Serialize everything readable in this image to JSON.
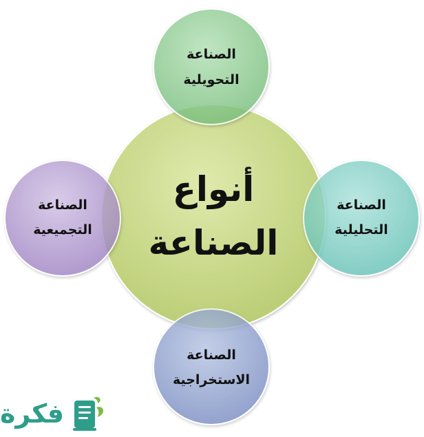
{
  "diagram": {
    "center": {
      "line1": "أنواع",
      "line2": "الصناعة",
      "color": "#c5d77c"
    },
    "top": {
      "line1": "الصناعة",
      "line2": "التحويلية",
      "color": "#89cc8c"
    },
    "right": {
      "line1": "الصناعة",
      "line2": "التحليلية",
      "color": "#7ccfc5"
    },
    "bottom": {
      "line1": "الصناعة",
      "line2": "الاستخراجية",
      "color": "#8fa3cf"
    },
    "left": {
      "line1": "الصناعة",
      "line2": "التجميعية",
      "color": "#b39ad0"
    }
  },
  "logo": {
    "text": "فكرة",
    "text_color": "#2e9e8a",
    "icon_color": "#2e9e8a",
    "leaf_color": "#7dbb44",
    "icon_name": "document-leaf-icon"
  }
}
